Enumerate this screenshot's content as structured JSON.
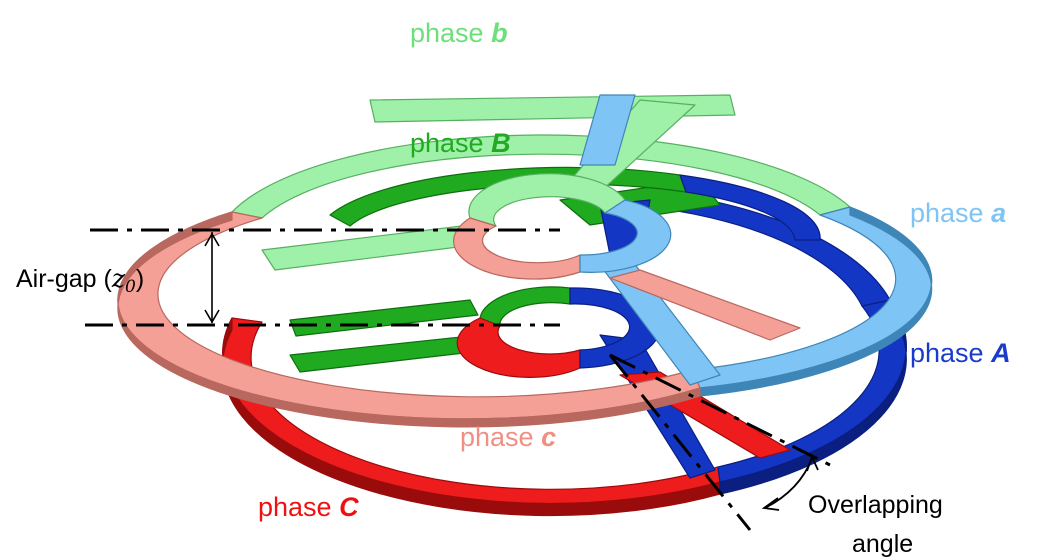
{
  "colors": {
    "phase_A": "#1436c4",
    "phase_A_edge": "#0a1f80",
    "phase_a": "#7ec4f4",
    "phase_a_edge": "#3f86b8",
    "phase_B": "#1faa1f",
    "phase_B_edge": "#0e6e0e",
    "phase_b": "#9ff0a8",
    "phase_b_edge": "#55b060",
    "phase_C": "#ee1c1c",
    "phase_C_edge": "#9a0c0c",
    "phase_c": "#f4a097",
    "phase_c_edge": "#b8685e",
    "label_b": "#6de07a",
    "label_B": "#22aa22",
    "label_a": "#7ec4f4",
    "label_A": "#1a3ccc",
    "label_c": "#f09085",
    "label_C": "#ee1111"
  },
  "labels": {
    "phase_b": {
      "prefix": "phase ",
      "letter": "b"
    },
    "phase_B": {
      "prefix": "phase ",
      "letter": "B"
    },
    "phase_a": {
      "prefix": "phase ",
      "letter": "a"
    },
    "phase_A": {
      "prefix": "phase ",
      "letter": "A"
    },
    "phase_c": {
      "prefix": "phase ",
      "letter": "c"
    },
    "phase_C": {
      "prefix": "phase ",
      "letter": "C"
    }
  },
  "annotations": {
    "airgap_prefix": "Air-gap (",
    "airgap_symbol": "z",
    "airgap_subscript": "0",
    "airgap_suffix": ")",
    "overlap_line1": "Overlapping",
    "overlap_line2": "angle"
  }
}
